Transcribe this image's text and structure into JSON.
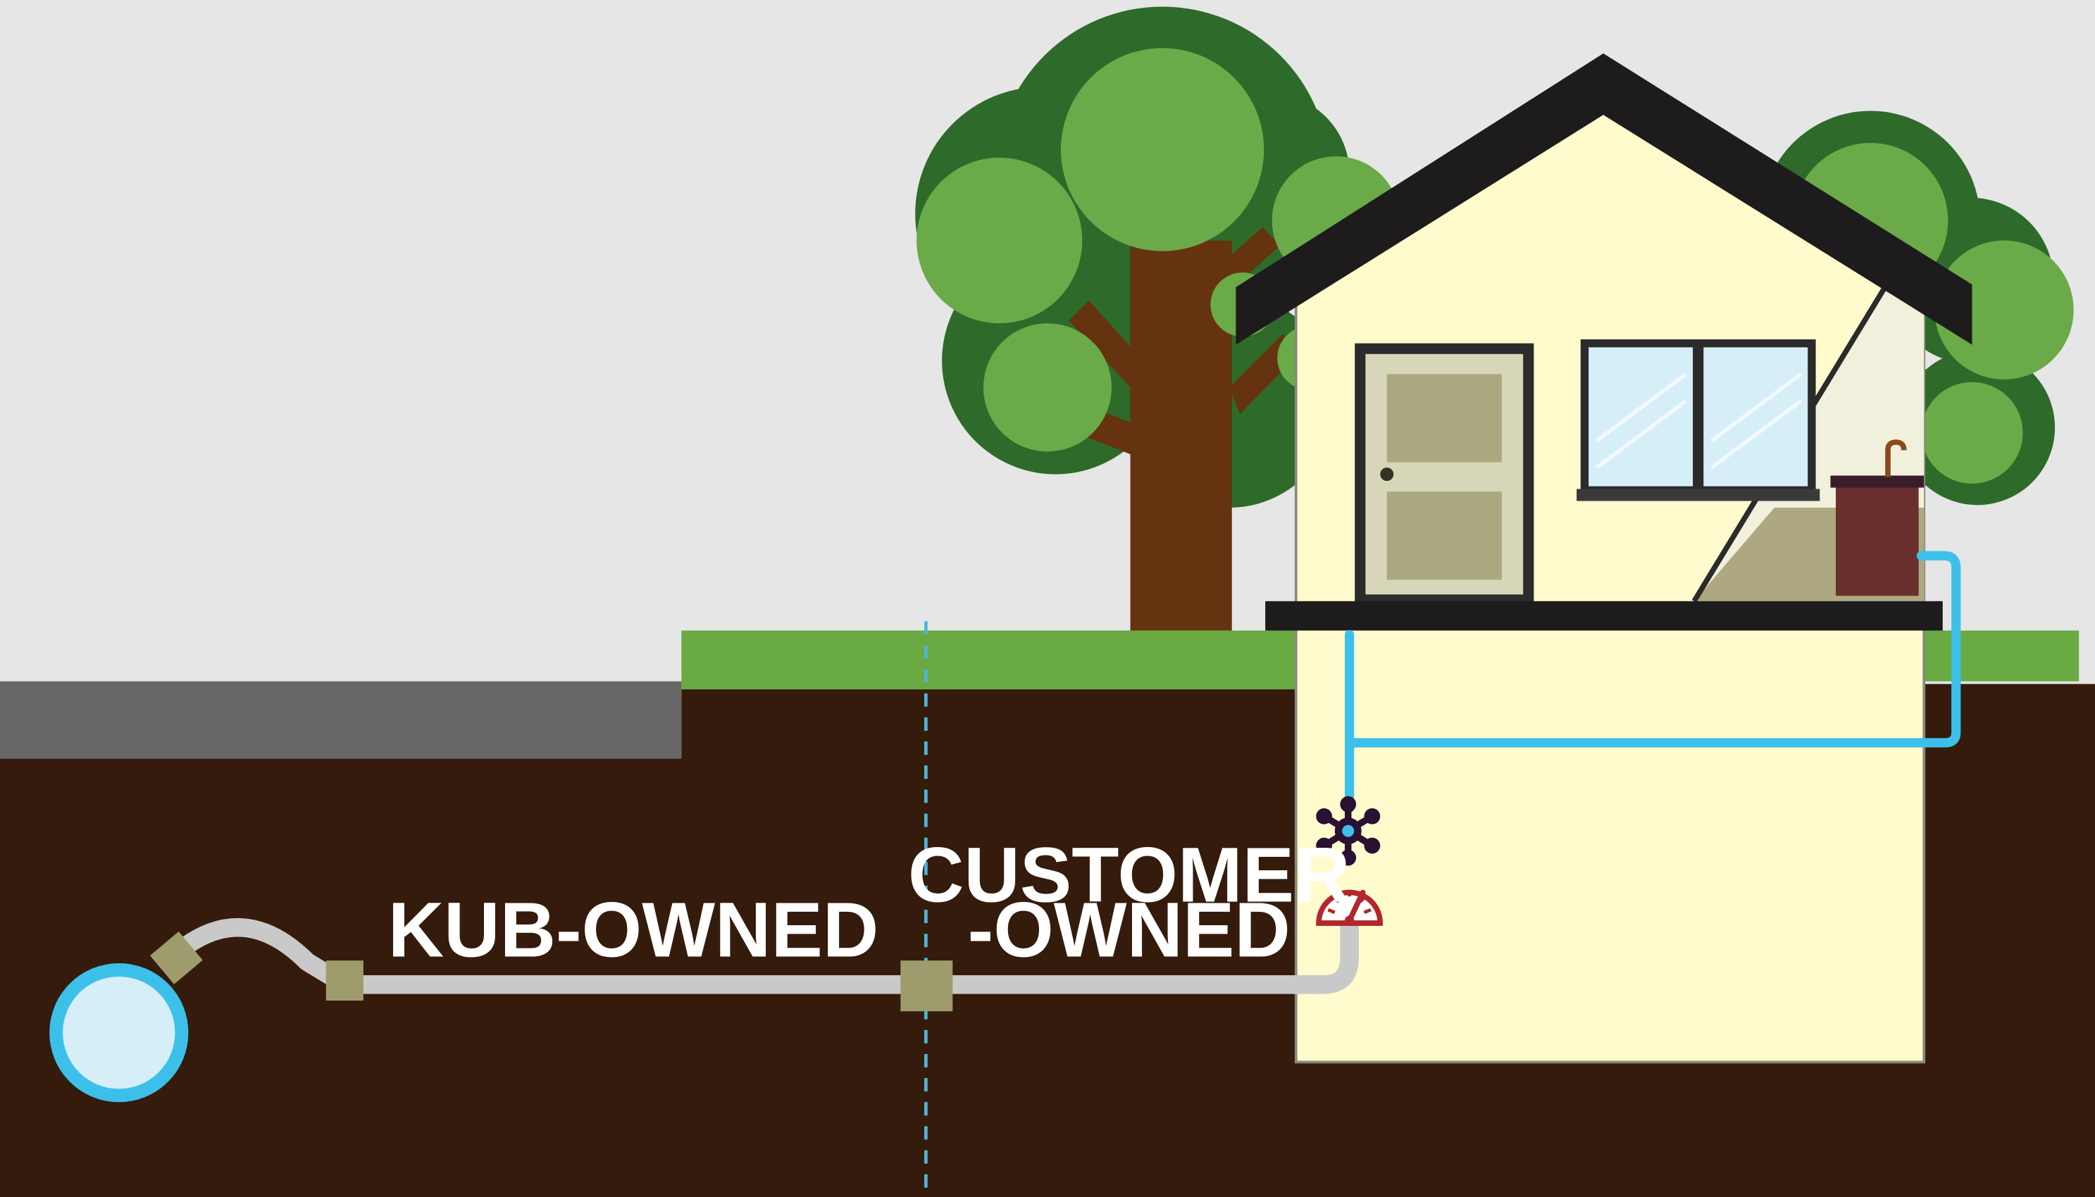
{
  "labels": {
    "kub_owned": "KUB-OWNED",
    "customer_owned_line1": "CUSTOMER",
    "customer_owned_line2": "-OWNED"
  },
  "icons": {
    "shutoff_valve": "valve-wheel-icon",
    "water_meter": "water-meter-icon",
    "water_main": "water-main-icon",
    "faucet": "faucet-icon"
  },
  "colors": {
    "sky": "#e6e6e6",
    "soil": "#341b0b",
    "grass": "#6aaa42",
    "road": "#676767",
    "house_wall": "#fffbcc",
    "roof": "#1d1b1b",
    "water_line": "#3cc0ea",
    "service_pipe": "#c9c9c9",
    "fitting": "#9e9c6c",
    "tree_dark": "#2e6a2a",
    "tree_light": "#6aaa48",
    "trunk": "#65330f",
    "meter_red": "#b3262c",
    "valve_purple": "#2a1031"
  }
}
